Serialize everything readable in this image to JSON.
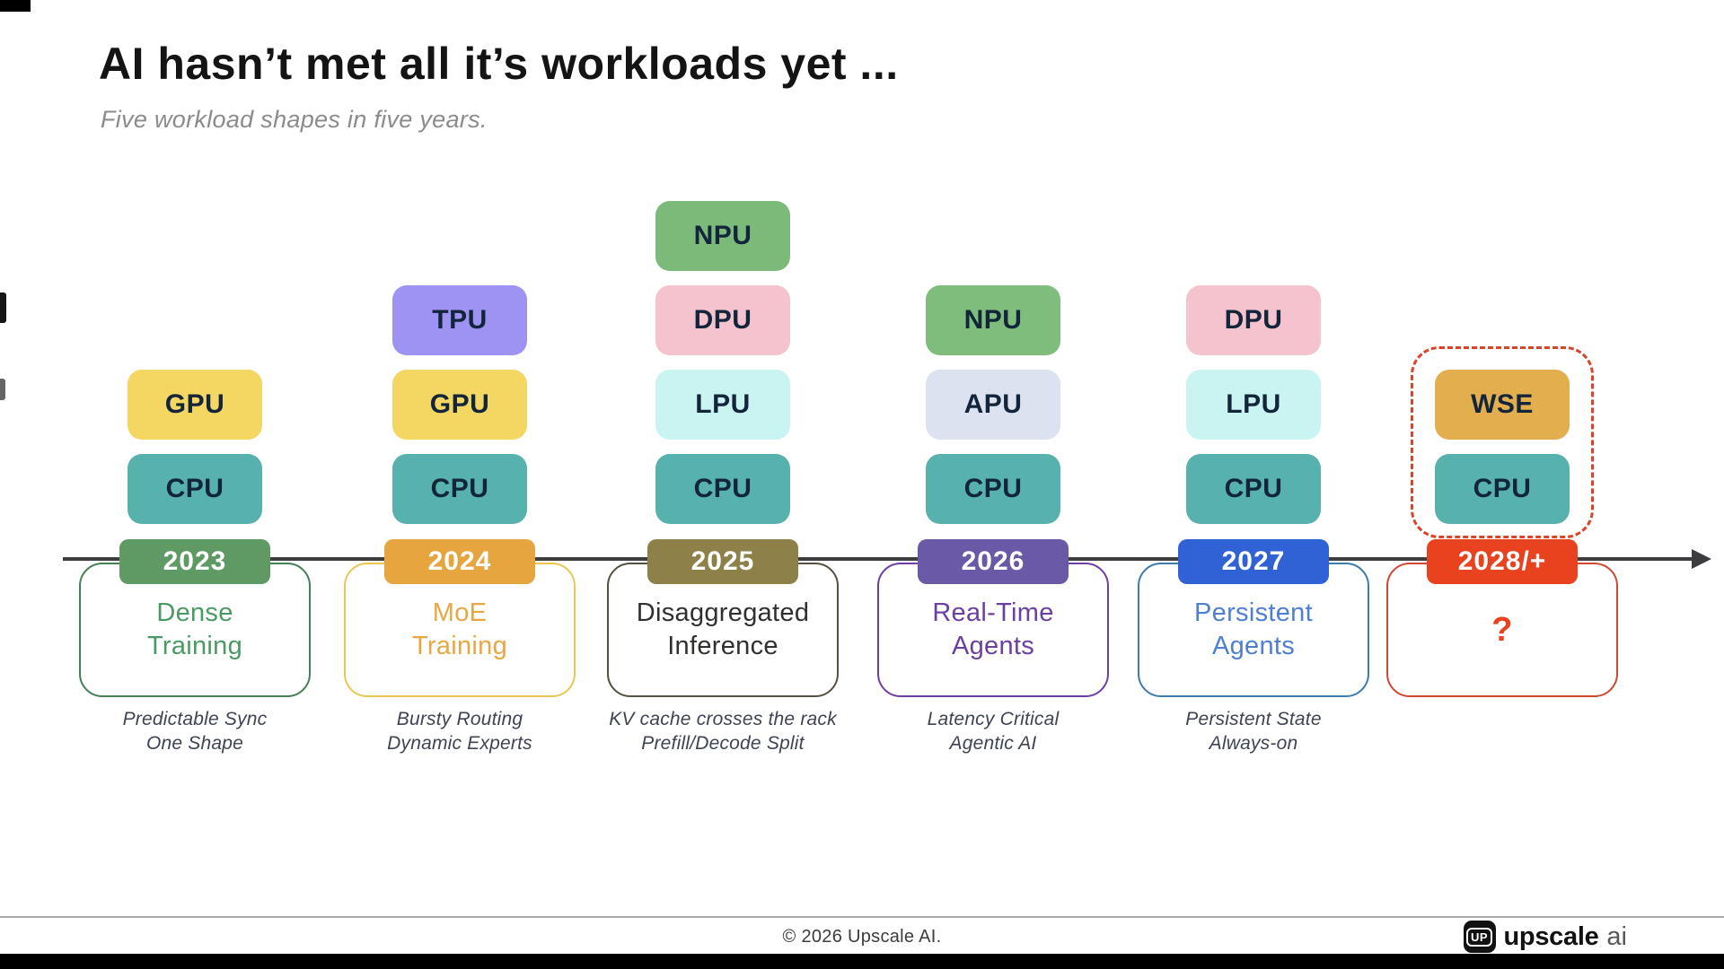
{
  "palette": {
    "title": "#141414",
    "subtitle": "#8b8b8b",
    "axis": "#3d3d40",
    "chip-text": "#13253b",
    "year-text": "#ffffff",
    "desc-text": "#3f4454",
    "separator": "#a9a9a9",
    "footer-text": "#3c3c3c",
    "logo-black": "#121212",
    "logo-ai": "#5a5a5a",
    "bottom-bar": "#000000"
  },
  "page": {
    "title": "AI hasn’t met all it’s workloads yet ...",
    "subtitle": "Five workload shapes in five years."
  },
  "timeline": {
    "columns": [
      {
        "year": "2023",
        "year_bg": "#5f9a64",
        "box_border": "#457f56",
        "label_color": "#4a9a63",
        "workload_lines": [
          "Dense",
          "Training"
        ],
        "desc_lines": [
          "Predictable Sync",
          "One Shape"
        ],
        "chips": [
          {
            "label": "GPU",
            "bg": "#f4d763"
          },
          {
            "label": "CPU",
            "bg": "#57b1ad"
          }
        ]
      },
      {
        "year": "2024",
        "year_bg": "#e6a53e",
        "box_border": "#ecc653",
        "label_color": "#e8a743",
        "workload_lines": [
          "MoE",
          "Training"
        ],
        "desc_lines": [
          "Bursty Routing",
          "Dynamic Experts"
        ],
        "chips": [
          {
            "label": "TPU",
            "bg": "#9e93f2"
          },
          {
            "label": "GPU",
            "bg": "#f4d763"
          },
          {
            "label": "CPU",
            "bg": "#57b1ad"
          }
        ]
      },
      {
        "year": "2025",
        "year_bg": "#8d8149",
        "box_border": "#55503f",
        "label_color": "#30302e",
        "workload_lines": [
          "Disaggregated",
          "Inference"
        ],
        "desc_lines": [
          "KV cache crosses the rack",
          "Prefill/Decode Split"
        ],
        "chips": [
          {
            "label": "NPU",
            "bg": "#7cba79"
          },
          {
            "label": "DPU",
            "bg": "#f5c3cd"
          },
          {
            "label": "LPU",
            "bg": "#c9f4f2"
          },
          {
            "label": "CPU",
            "bg": "#57b1ad"
          }
        ]
      },
      {
        "year": "2026",
        "year_bg": "#6a59a6",
        "box_border": "#6d3fa2",
        "label_color": "#6b3fa0",
        "workload_lines": [
          "Real-Time",
          "Agents"
        ],
        "desc_lines": [
          "Latency Critical",
          "Agentic AI"
        ],
        "chips": [
          {
            "label": "NPU",
            "bg": "#7fbd7d"
          },
          {
            "label": "APU",
            "bg": "#dde2f1"
          },
          {
            "label": "CPU",
            "bg": "#57b1ad"
          }
        ]
      },
      {
        "year": "2027",
        "year_bg": "#3061d5",
        "box_border": "#3d7bab",
        "label_color": "#4e7fd1",
        "workload_lines": [
          "Persistent",
          "Agents"
        ],
        "desc_lines": [
          "Persistent State",
          "Always-on"
        ],
        "chips": [
          {
            "label": "DPU",
            "bg": "#f5c3cd"
          },
          {
            "label": "LPU",
            "bg": "#c9f4f2"
          },
          {
            "label": "CPU",
            "bg": "#57b1ad"
          }
        ]
      },
      {
        "year": "2028/+",
        "year_bg": "#e8421f",
        "box_border": "#cf4731",
        "label_color": "#e8421f",
        "highlight_border": "#d8432a",
        "workload_lines": [
          "?"
        ],
        "desc_lines": [],
        "chips": [
          {
            "label": "WSE",
            "bg": "#e3ae4e"
          },
          {
            "label": "CPU",
            "bg": "#57b1ad"
          }
        ]
      }
    ]
  },
  "footer": {
    "copyright": "© 2026 Upscale AI.",
    "logo_monogram": "UP",
    "logo_word": "upscale",
    "logo_suffix": "ai"
  }
}
